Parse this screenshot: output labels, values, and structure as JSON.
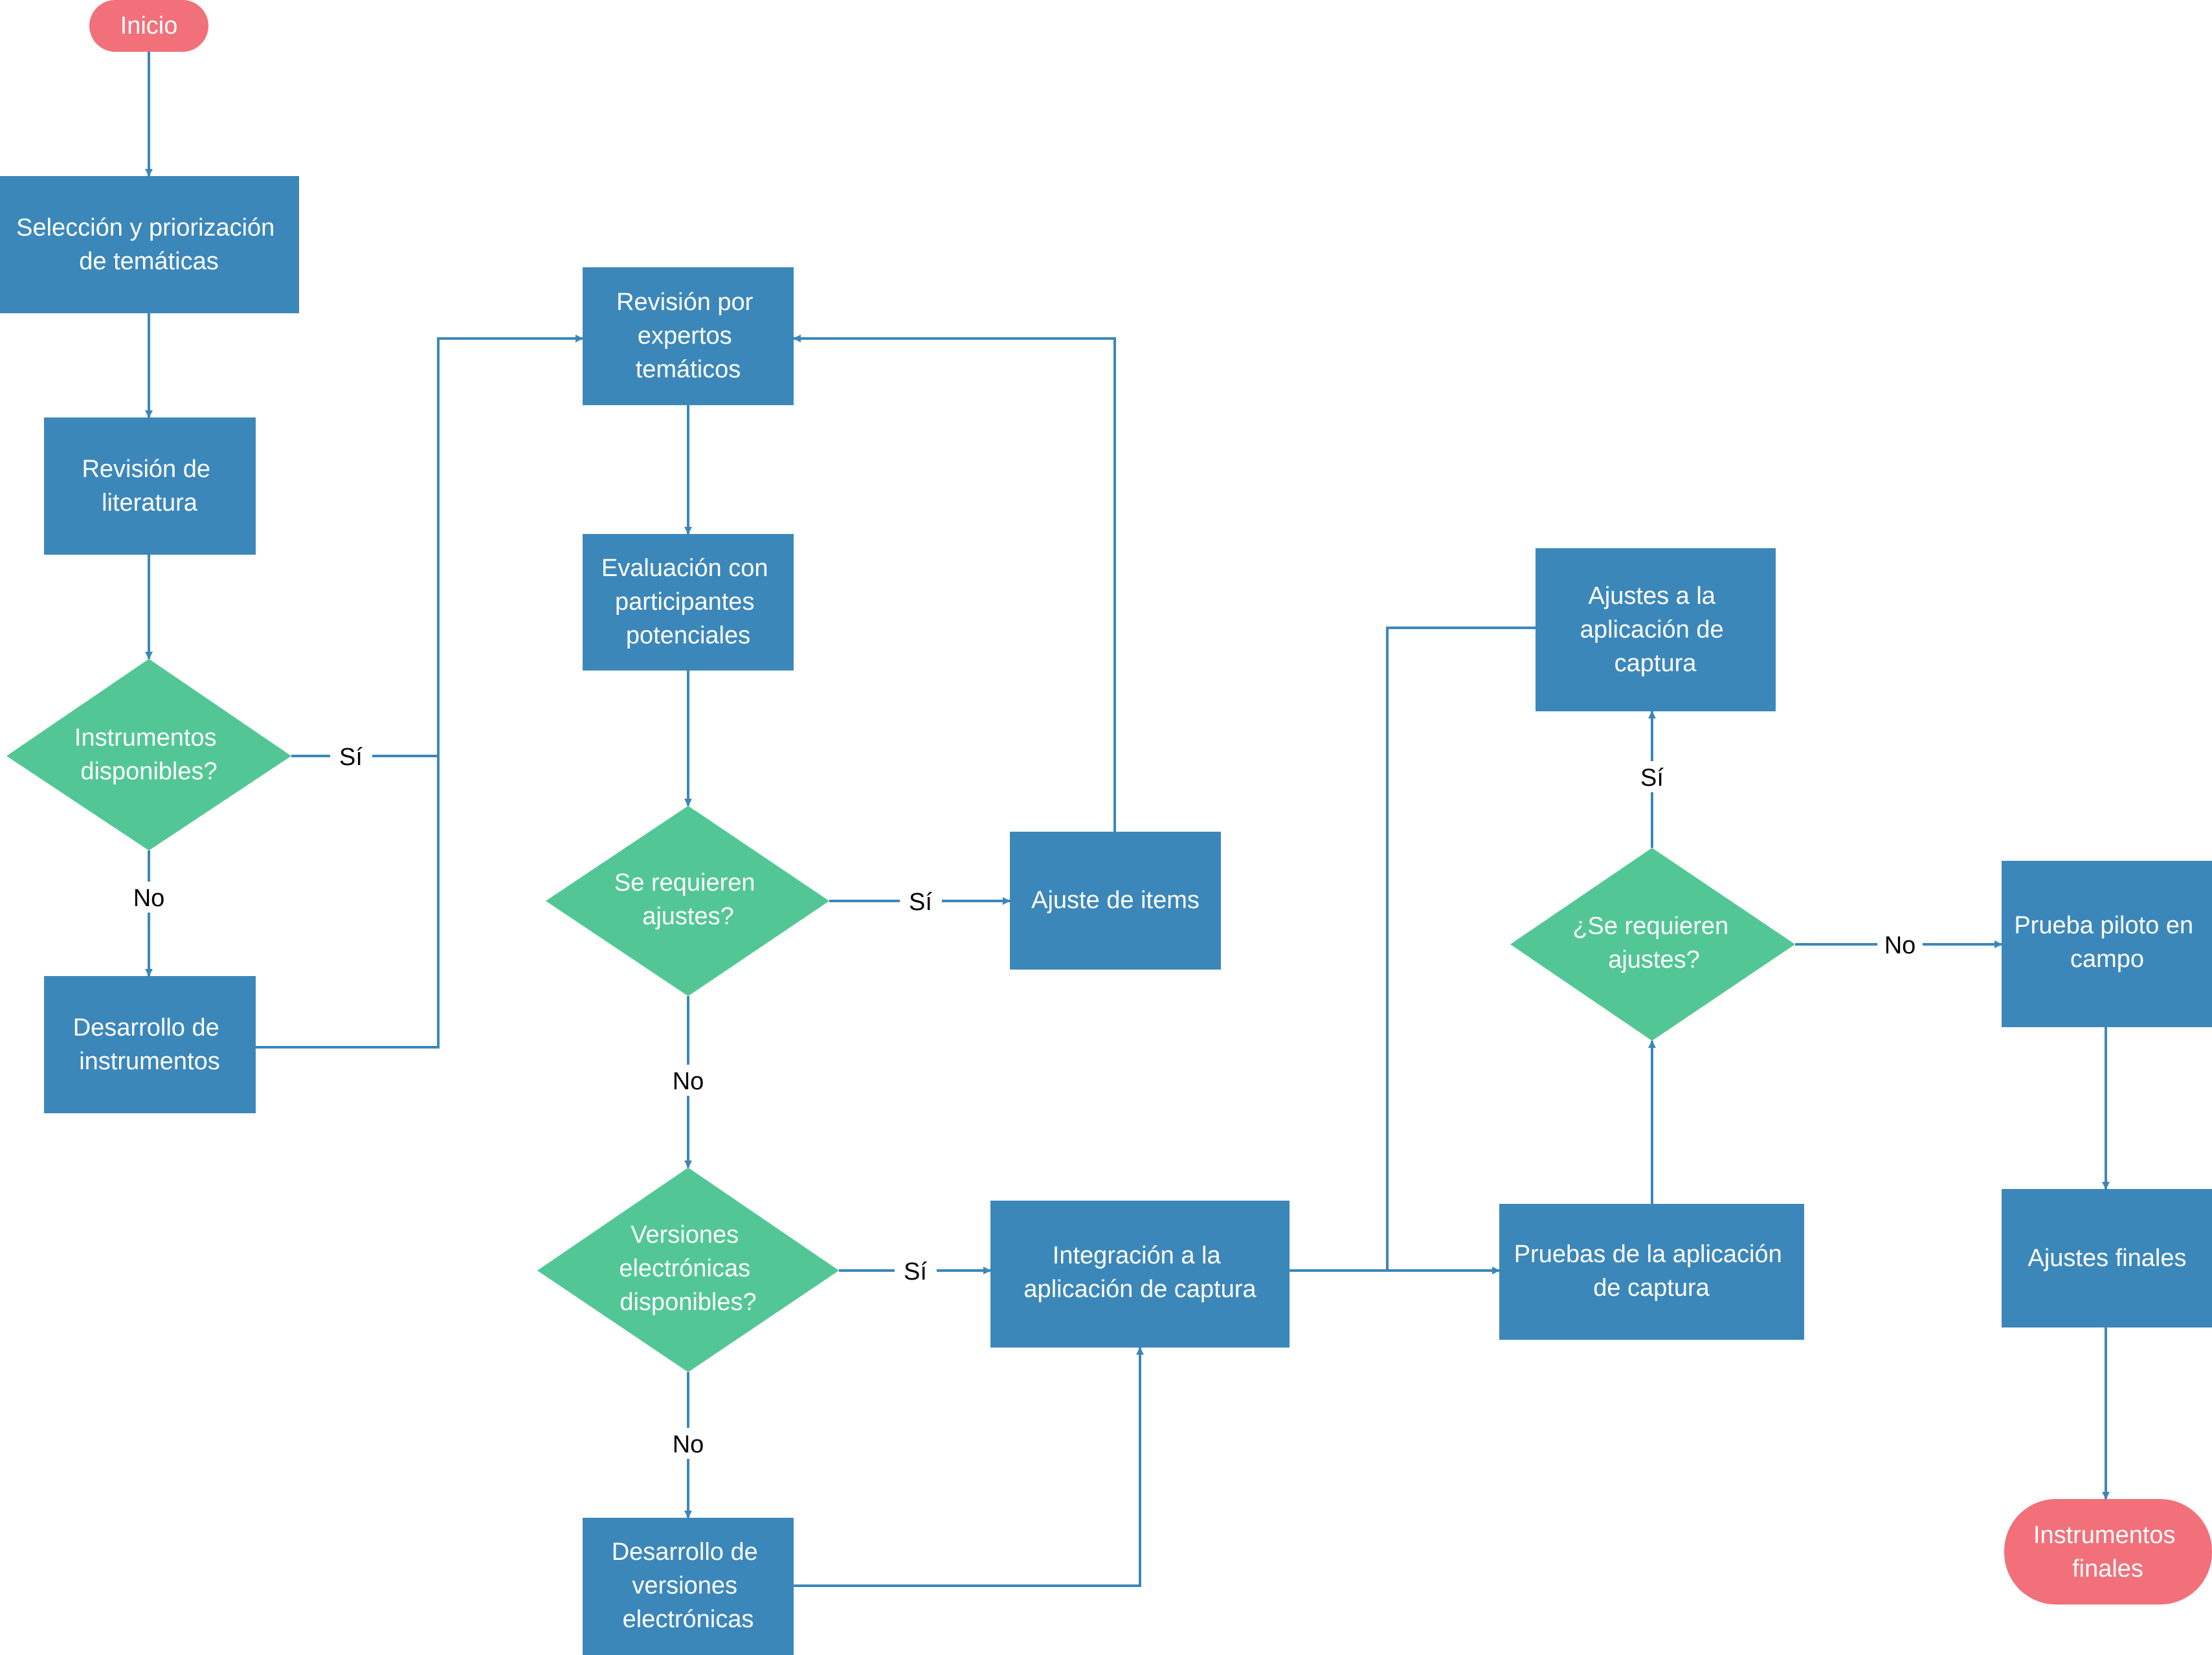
{
  "colors": {
    "process": "#3c87ba",
    "decision": "#52c795",
    "terminal": "#f2707a",
    "connector": "#3c87ba",
    "node_text": "#ffffff",
    "edge_text": "#000000"
  },
  "nodes": {
    "inicio": [
      "Inicio"
    ],
    "seleccion": [
      "Selección y priorización",
      "de temáticas"
    ],
    "revision_literatura": [
      "Revisión de",
      "literatura"
    ],
    "instrumentos_disponibles": [
      "Instrumentos",
      "disponibles?"
    ],
    "desarrollo_instrumentos": [
      "Desarrollo de",
      "instrumentos"
    ],
    "revision_expertos": [
      "Revisión por",
      "expertos",
      "temáticos"
    ],
    "evaluacion_participantes": [
      "Evaluación con",
      "participantes",
      "potenciales"
    ],
    "se_requieren_ajustes_1": [
      "Se requieren",
      "ajustes?"
    ],
    "ajuste_items": [
      "Ajuste de items"
    ],
    "versiones_electronicas": [
      "Versiones",
      "electrónicas",
      "disponibles?"
    ],
    "desarrollo_versiones": [
      "Desarrollo de",
      "versiones",
      "electrónicas"
    ],
    "integracion_aplicacion": [
      "Integración a la",
      "aplicación de captura"
    ],
    "ajustes_aplicacion": [
      "Ajustes a la",
      "aplicación de",
      "captura"
    ],
    "se_requieren_ajustes_2": [
      "¿Se requieren",
      "ajustes?"
    ],
    "pruebas_aplicacion": [
      "Pruebas de la aplicación",
      "de captura"
    ],
    "prueba_piloto": [
      "Prueba piloto en",
      "campo"
    ],
    "ajustes_finales": [
      "Ajustes finales"
    ],
    "instrumentos_finales": [
      "Instrumentos",
      "finales"
    ]
  },
  "edge_labels": {
    "instrumentos_si": "Sí",
    "instrumentos_no": "No",
    "ajustes1_si": "Sí",
    "ajustes1_no": "No",
    "versiones_si": "Sí",
    "versiones_no": "No",
    "ajustes2_si": "Sí",
    "ajustes2_no": "No"
  }
}
